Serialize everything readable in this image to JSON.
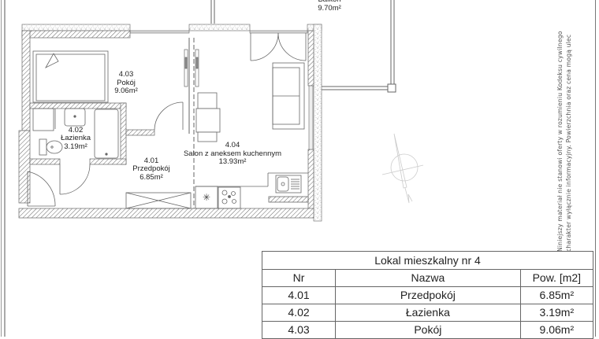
{
  "plan": {
    "rooms": [
      {
        "id": "4.03",
        "name": "Pokój",
        "area": "9.06m²"
      },
      {
        "id": "4.02",
        "name": "Łazienka",
        "area": "3.19m²"
      },
      {
        "id": "4.01",
        "name": "Przedpokój",
        "area": "6.85m²"
      },
      {
        "id": "4.04",
        "name": "Salon z aneksem kuchennym",
        "area": "13.93m²"
      }
    ],
    "balcony": {
      "name": "Balkon",
      "area": "9.70m²"
    }
  },
  "notice": {
    "line1": "Niniejszy materiał nie stanowi oferty w rozumieniu Kodeksu cywilnego",
    "line2": "charakter wyłącznie informacyjny. Powierzchnia oraz cena mogą ulec"
  },
  "table": {
    "title": "Lokal mieszkalny nr 4",
    "headers": [
      "Nr",
      "Nazwa",
      "Pow. [m2]"
    ],
    "rows": [
      [
        "4.01",
        "Przedpokój",
        "6.85m²"
      ],
      [
        "4.02",
        "Łazienka",
        "3.19m²"
      ],
      [
        "4.03",
        "Pokój",
        "9.06m²"
      ]
    ]
  },
  "colors": {
    "line": "#555555",
    "wall_hatch": "#666666",
    "frame": "#999999"
  }
}
